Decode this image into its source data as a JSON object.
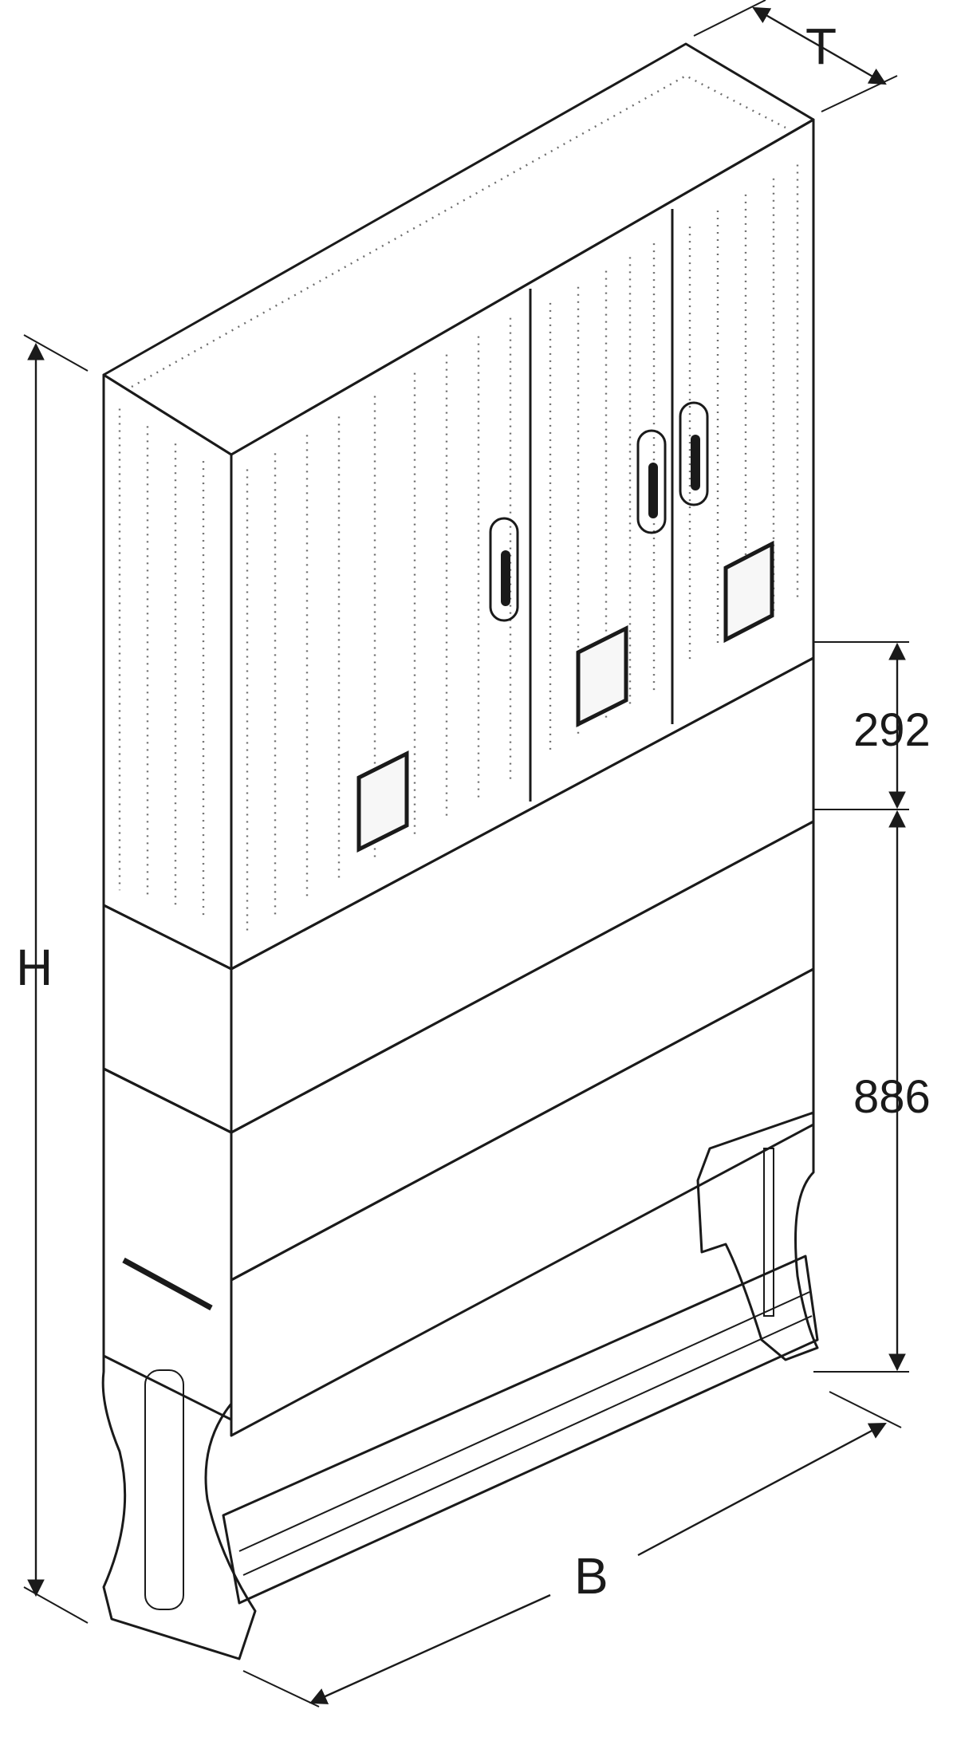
{
  "dimensions": {
    "depth_label": "T",
    "height_label": "H",
    "width_label": "B",
    "upper_plinth_height": "292",
    "lower_plinth_height": "886"
  },
  "colors": {
    "line": "#1a1a1a",
    "cabinet_face": "#ececec",
    "cabinet_side": "#e2e2e2",
    "cabinet_top": "#f2f2f2",
    "light_panel": "#e4e4e4",
    "dark_panel": "#c6c6c6",
    "base_frame": "#cdcdcd"
  }
}
